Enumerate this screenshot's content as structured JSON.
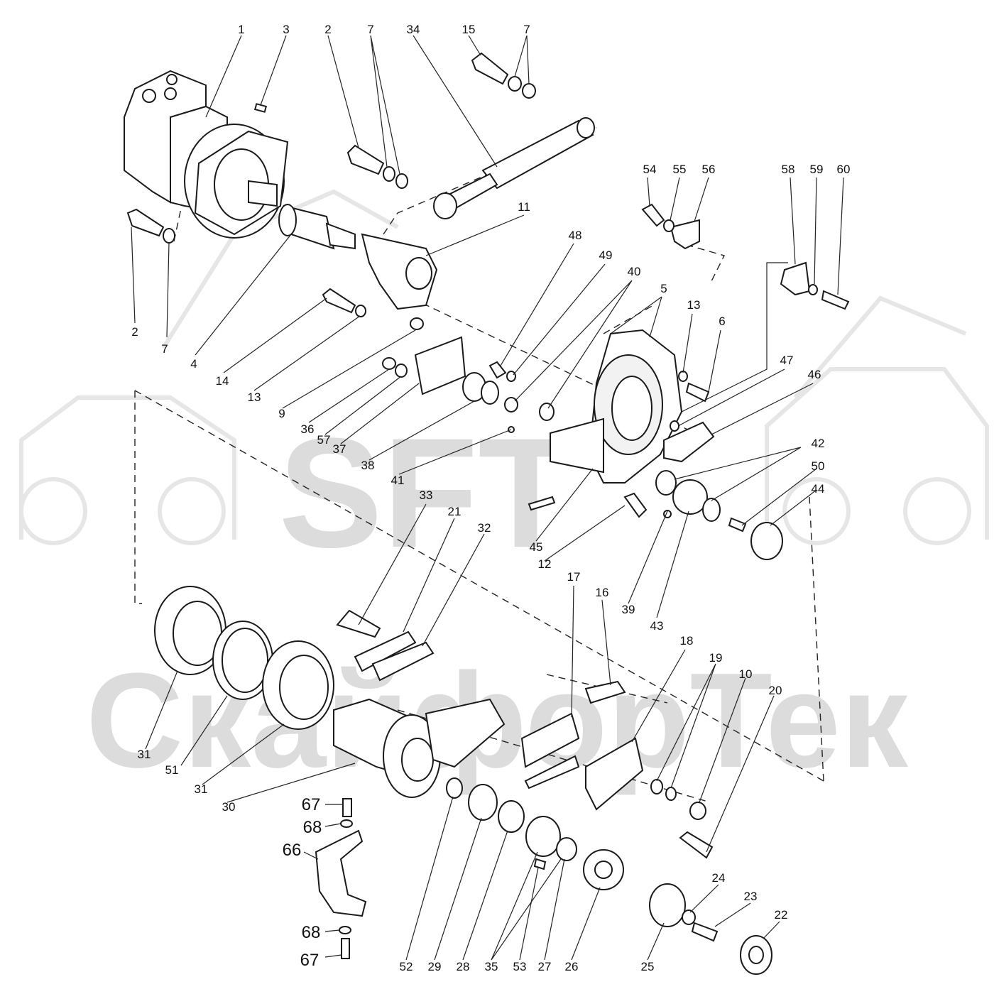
{
  "watermark": {
    "logo_text": "SFT",
    "brand_text": "СкайфорТек",
    "icon": "tractor-excavator-outline-icon",
    "color": "#dcdcdc"
  },
  "callouts": [
    {
      "id": "c1",
      "label": "1"
    },
    {
      "id": "c3",
      "label": "3"
    },
    {
      "id": "c2a",
      "label": "2"
    },
    {
      "id": "c7a",
      "label": "7"
    },
    {
      "id": "c34",
      "label": "34"
    },
    {
      "id": "c15",
      "label": "15"
    },
    {
      "id": "c7b",
      "label": "7"
    },
    {
      "id": "c54",
      "label": "54"
    },
    {
      "id": "c55",
      "label": "55"
    },
    {
      "id": "c56",
      "label": "56"
    },
    {
      "id": "c58",
      "label": "58"
    },
    {
      "id": "c59",
      "label": "59"
    },
    {
      "id": "c60",
      "label": "60"
    },
    {
      "id": "c11",
      "label": "11"
    },
    {
      "id": "c48",
      "label": "48"
    },
    {
      "id": "c49",
      "label": "49"
    },
    {
      "id": "c40",
      "label": "40"
    },
    {
      "id": "c5",
      "label": "5"
    },
    {
      "id": "c13a",
      "label": "13"
    },
    {
      "id": "c6",
      "label": "6"
    },
    {
      "id": "c47",
      "label": "47"
    },
    {
      "id": "c46",
      "label": "46"
    },
    {
      "id": "c2b",
      "label": "2"
    },
    {
      "id": "c7c",
      "label": "7"
    },
    {
      "id": "c4",
      "label": "4"
    },
    {
      "id": "c14",
      "label": "14"
    },
    {
      "id": "c13b",
      "label": "13"
    },
    {
      "id": "c9",
      "label": "9"
    },
    {
      "id": "c36",
      "label": "36"
    },
    {
      "id": "c57",
      "label": "57"
    },
    {
      "id": "c37",
      "label": "37"
    },
    {
      "id": "c38",
      "label": "38"
    },
    {
      "id": "c41",
      "label": "41"
    },
    {
      "id": "c42",
      "label": "42"
    },
    {
      "id": "c50",
      "label": "50"
    },
    {
      "id": "c44",
      "label": "44"
    },
    {
      "id": "c45",
      "label": "45"
    },
    {
      "id": "c12",
      "label": "12"
    },
    {
      "id": "c33",
      "label": "33"
    },
    {
      "id": "c21",
      "label": "21"
    },
    {
      "id": "c32",
      "label": "32"
    },
    {
      "id": "c17",
      "label": "17"
    },
    {
      "id": "c16",
      "label": "16"
    },
    {
      "id": "c39",
      "label": "39"
    },
    {
      "id": "c43",
      "label": "43"
    },
    {
      "id": "c18",
      "label": "18"
    },
    {
      "id": "c19",
      "label": "19"
    },
    {
      "id": "c10",
      "label": "10"
    },
    {
      "id": "c20",
      "label": "20"
    },
    {
      "id": "c31a",
      "label": "31"
    },
    {
      "id": "c51",
      "label": "51"
    },
    {
      "id": "c31b",
      "label": "31"
    },
    {
      "id": "c30",
      "label": "30"
    },
    {
      "id": "c67a",
      "label": "67"
    },
    {
      "id": "c68a",
      "label": "68"
    },
    {
      "id": "c66",
      "label": "66"
    },
    {
      "id": "c68b",
      "label": "68"
    },
    {
      "id": "c67b",
      "label": "67"
    },
    {
      "id": "c52",
      "label": "52"
    },
    {
      "id": "c29",
      "label": "29"
    },
    {
      "id": "c28",
      "label": "28"
    },
    {
      "id": "c35",
      "label": "35"
    },
    {
      "id": "c53",
      "label": "53"
    },
    {
      "id": "c27",
      "label": "27"
    },
    {
      "id": "c26",
      "label": "26"
    },
    {
      "id": "c25",
      "label": "25"
    },
    {
      "id": "c24",
      "label": "24"
    },
    {
      "id": "c23",
      "label": "23"
    },
    {
      "id": "c22",
      "label": "22"
    }
  ]
}
